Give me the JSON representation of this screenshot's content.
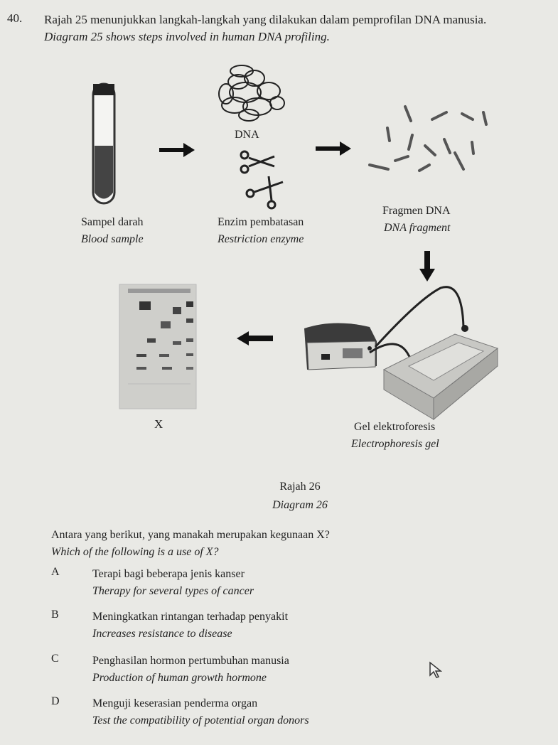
{
  "question": {
    "number": "40.",
    "stem_ms": "Rajah 25 menunjukkan langkah-langkah yang dilakukan dalam pemprofilan DNA manusia.",
    "stem_en": "Diagram 25 shows steps involved in human DNA profiling."
  },
  "diagram": {
    "dna_label": "DNA",
    "blood_sample_ms": "Sampel darah",
    "blood_sample_en": "Blood sample",
    "enzyme_ms": "Enzim pembatasan",
    "enzyme_en": "Restriction enzyme",
    "fragment_ms": "Fragmen DNA",
    "fragment_en": "DNA fragment",
    "x_label": "X",
    "gel_ms": "Gel elektroforesis",
    "gel_en": "Electrophoresis gel",
    "caption_ms": "Rajah 26",
    "caption_en": "Diagram 26"
  },
  "prompt": {
    "ms": "Antara yang berikut, yang manakah merupakan kegunaan X?",
    "en": "Which of the following is a use of X?"
  },
  "options": [
    {
      "letter": "A",
      "ms": "Terapi bagi beberapa jenis kanser",
      "en": "Therapy for several types of cancer"
    },
    {
      "letter": "B",
      "ms": "Meningkatkan rintangan terhadap penyakit",
      "en": "Increases resistance to disease"
    },
    {
      "letter": "C",
      "ms": "Penghasilan hormon pertumbuhan manusia",
      "en": "Production of human growth hormone"
    },
    {
      "letter": "D",
      "ms": "Menguji keserasian penderma organ",
      "en": "Test the compatibility of potential organ donors"
    }
  ],
  "icons": {
    "arrow": "right-arrow-icon",
    "scissors": "scissors-icon",
    "cursor": "mouse-cursor-icon"
  }
}
